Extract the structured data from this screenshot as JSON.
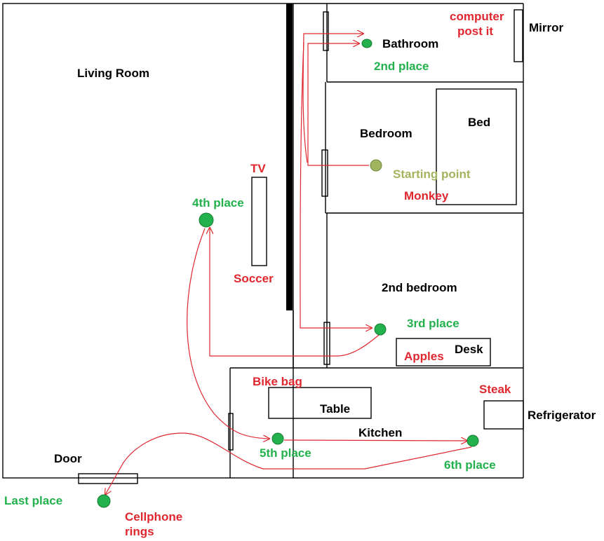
{
  "rooms": {
    "living_room": "Living Room",
    "bathroom": "Bathroom",
    "bedroom": "Bedroom",
    "bed": "Bed",
    "second_bedroom": "2nd bedroom",
    "desk": "Desk",
    "kitchen": "Kitchen",
    "table": "Table",
    "refrigerator": "Refrigerator",
    "mirror": "Mirror",
    "door": "Door"
  },
  "places": {
    "start": "Starting point",
    "second": "2nd place",
    "third": "3rd place",
    "fourth": "4th place",
    "fifth": "5th place",
    "sixth": "6th place",
    "last": "Last place"
  },
  "clues": {
    "computer_line1": "computer",
    "computer_line2": "post it",
    "tv": "TV",
    "monkey": "Monkey",
    "soccer": "Soccer",
    "apples": "Apples",
    "bike_bag": "Bike bag",
    "steak": "Steak",
    "cellphone_line1": "Cellphone",
    "cellphone_line2": "rings"
  },
  "colors": {
    "clue_red": "#e0272f",
    "place_green": "#22b14c",
    "start_olive": "#a3b45e",
    "wall_black": "#000000"
  }
}
